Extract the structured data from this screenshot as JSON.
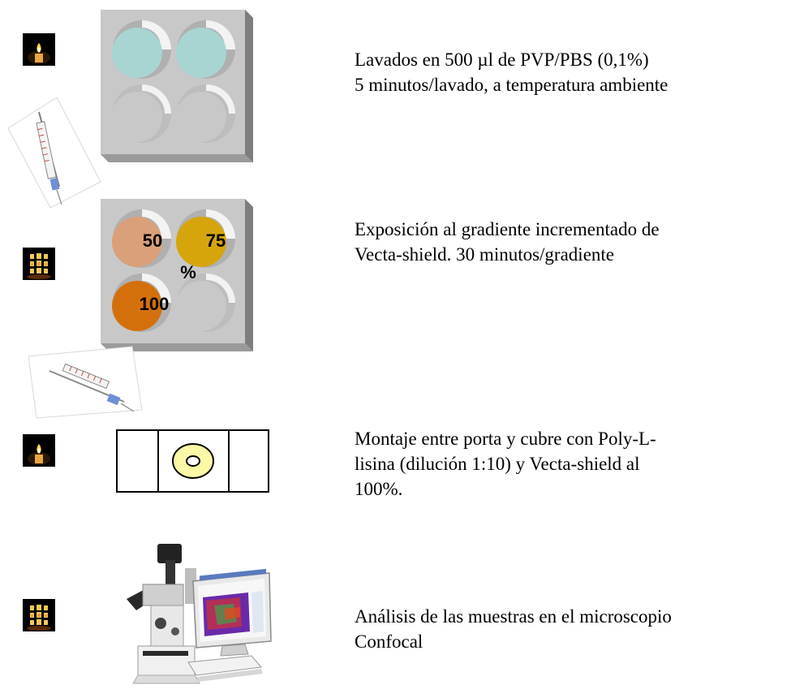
{
  "steps": [
    {
      "lines": [
        "Lavados en 500 µl de PVP/PBS (0,1%)",
        "5 minutos/lavado, a temperatura ambiente"
      ],
      "icon": "candle-icon"
    },
    {
      "lines": [
        "Exposición al gradiente incrementado de",
        "Vecta-shield. 30 minutos/gradiente"
      ],
      "icon": "lantern-icon",
      "wells": [
        "50",
        "75",
        "100"
      ],
      "percent": "%"
    },
    {
      "lines": [
        "Montaje entre porta y cubre con Poly-L-",
        "lisina (dilución 1:10) y Vecta-shield al",
        "100%."
      ],
      "icon": "candle-icon"
    },
    {
      "lines": [
        "Análisis de las muestras en el microscopio",
        "Confocal"
      ],
      "icon": "lantern-icon"
    }
  ],
  "colors": {
    "plate_face": "#c8c8c8",
    "well_blue": "#a8d4d2",
    "well_50": "#d9a07a",
    "well_75": "#d6a50c",
    "well_100": "#d4700c",
    "coverslip": "#fbf8a6"
  }
}
